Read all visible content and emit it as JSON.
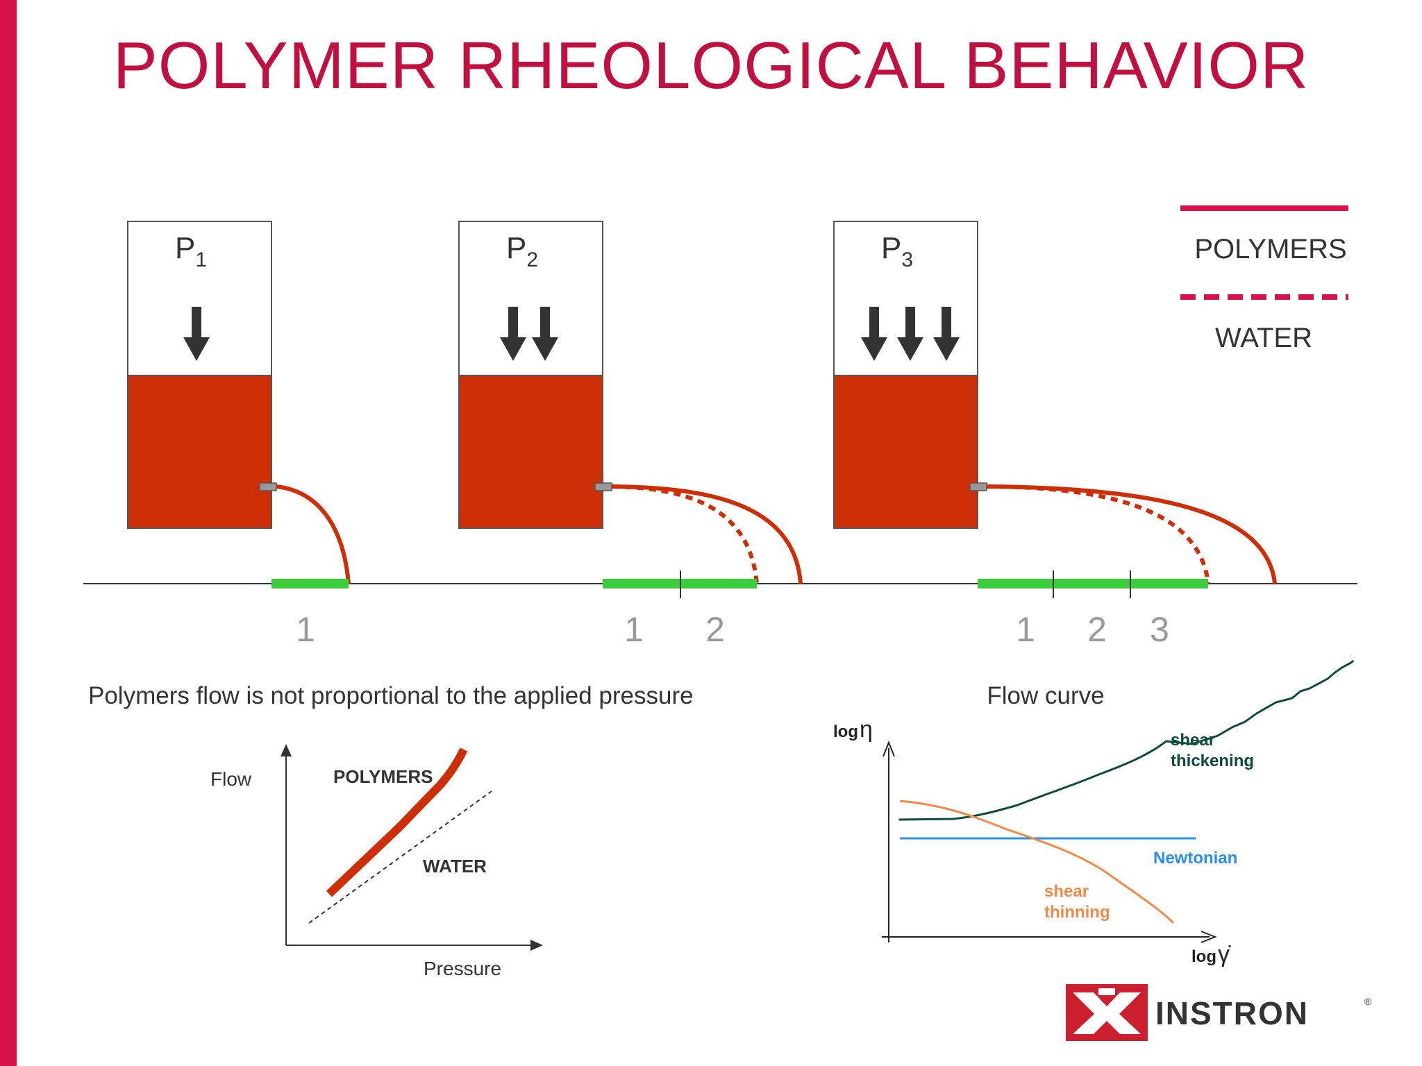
{
  "slide": {
    "title": "POLYMER RHEOLOGICAL BEHAVIOR",
    "accent_color": "#d6134a"
  },
  "legend": {
    "polymers_label": "POLYMERS",
    "water_label": "WATER"
  },
  "tanks": [
    {
      "label": "P",
      "subscript": "1",
      "arrows": 1,
      "jet_ticks": [
        "1"
      ]
    },
    {
      "label": "P",
      "subscript": "2",
      "arrows": 2,
      "jet_ticks": [
        "1",
        "2"
      ]
    },
    {
      "label": "P",
      "subscript": "3",
      "arrows": 3,
      "jet_ticks": [
        "1",
        "2",
        "3"
      ]
    }
  ],
  "caption_left": "Polymers flow is not proportional to the applied pressure",
  "caption_right": "Flow curve",
  "flow_plot": {
    "ylabel": "Flow",
    "xlabel": "Pressure",
    "polymers_label": "POLYMERS",
    "water_label": "WATER"
  },
  "flow_curve": {
    "ylabel_prefix": "log",
    "ylabel_symbol": "η",
    "xlabel_prefix": "log",
    "xlabel_symbol": "γ̇",
    "shear_thickening": [
      "shear",
      "thickening"
    ],
    "newtonian": "Newtonian",
    "shear_thinning": [
      "shear",
      "thinning"
    ]
  },
  "colors": {
    "polymer_fill": "#cc2e06",
    "green_bar": "#3dcc3d",
    "thickening": "#0e4a3c",
    "newtonian": "#2a8de6",
    "thinning": "#f08a4b"
  },
  "logo": {
    "text": "INSTRON",
    "registered": "®"
  }
}
